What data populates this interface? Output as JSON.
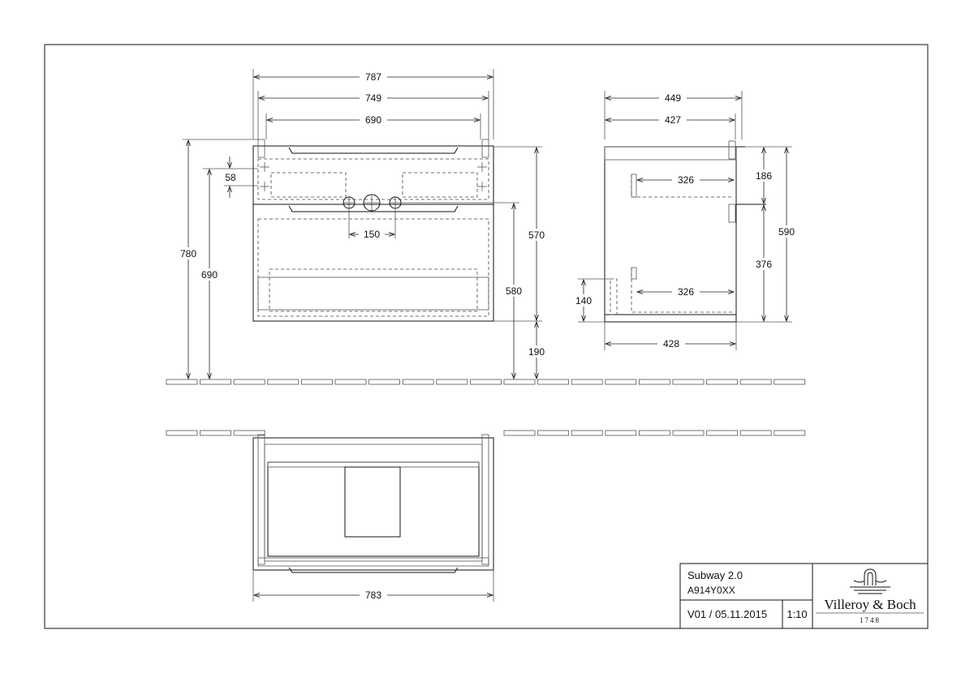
{
  "title_block": {
    "product_name": "Subway 2.0",
    "article_number": "A914Y0XX",
    "version_date": "V01 / 05.11.2015",
    "scale": "1:10",
    "brand_name": "Villeroy & Boch",
    "brand_year": "1748"
  },
  "front_view": {
    "overall_width": "787",
    "inner_width": "749",
    "basin_width": "690",
    "tap_offset": "58",
    "drain_spacing": "150",
    "total_height": "780",
    "top_height": "690",
    "cabinet_height": "570",
    "drain_height": "580",
    "floor_clearance": "190"
  },
  "side_view": {
    "depth": "449",
    "inner_depth": "427",
    "upper_drawer_depth": "326",
    "lower_drawer_depth": "326",
    "upper_drawer_height": "186",
    "lower_drawer_height": "376",
    "overall_height": "590",
    "plinth_height": "140",
    "base_depth": "428"
  },
  "top_view": {
    "width": "783"
  }
}
